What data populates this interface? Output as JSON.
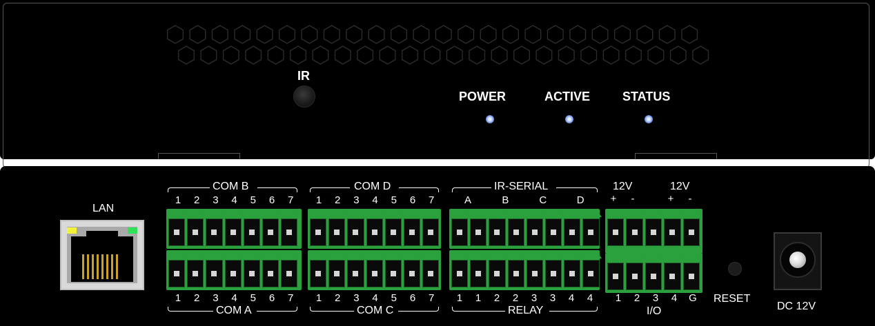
{
  "front_panel": {
    "ir_label": "IR",
    "indicators": [
      {
        "label": "POWER"
      },
      {
        "label": "ACTIVE"
      },
      {
        "label": "STATUS"
      }
    ],
    "led_color": "#7aa0ff"
  },
  "rear_panel": {
    "lan_label": "LAN",
    "com_b": {
      "label": "COM B",
      "pins": [
        "1",
        "2",
        "3",
        "4",
        "5",
        "6",
        "7"
      ]
    },
    "com_d": {
      "label": "COM D",
      "pins": [
        "1",
        "2",
        "3",
        "4",
        "5",
        "6",
        "7"
      ]
    },
    "ir_serial": {
      "label": "IR-SERIAL",
      "pins": [
        "A",
        "B",
        "C",
        "D"
      ]
    },
    "power_top": {
      "left_label": "12V",
      "right_label": "12V",
      "pins": [
        "+",
        "-",
        "+",
        "-"
      ]
    },
    "com_a": {
      "label": "COM A",
      "pins": [
        "1",
        "2",
        "3",
        "4",
        "5",
        "6",
        "7"
      ]
    },
    "com_c": {
      "label": "COM C",
      "pins": [
        "1",
        "2",
        "3",
        "4",
        "5",
        "6",
        "7"
      ]
    },
    "relay": {
      "label": "RELAY",
      "pins": [
        "1",
        "1",
        "2",
        "2",
        "3",
        "3",
        "4",
        "4"
      ]
    },
    "io": {
      "label": "I/O",
      "pins": [
        "1",
        "2",
        "3",
        "4",
        "G"
      ]
    },
    "reset_label": "RESET",
    "dc_label": "DC 12V",
    "terminal_color": "#2aa13c",
    "lan_led_left": "#f2f23a",
    "lan_led_right": "#33e05a"
  }
}
